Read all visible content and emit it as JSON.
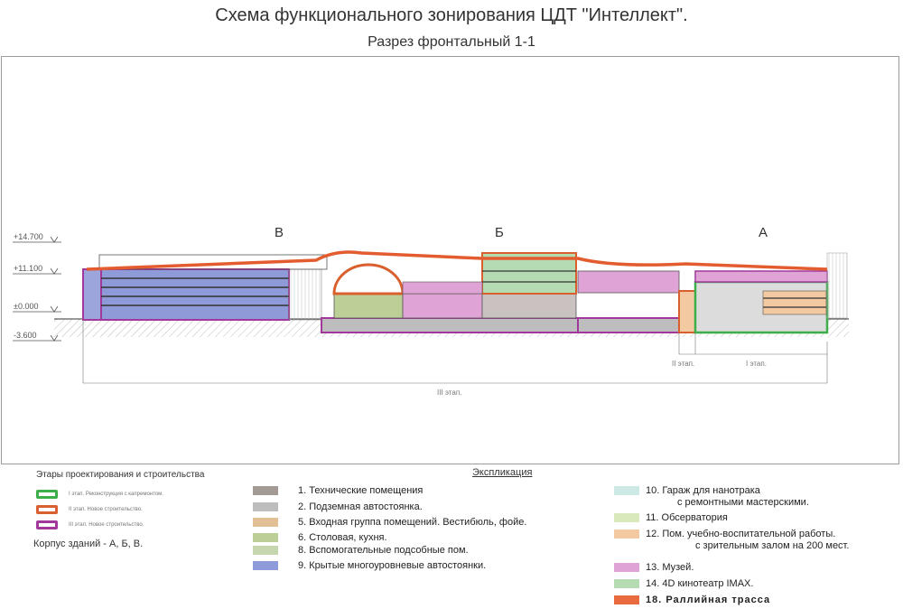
{
  "header": {
    "title": "Схема функционального зонирования ЦДТ \"Интеллект\".",
    "subtitle": "Разрез фронтальный 1-1"
  },
  "section": {
    "building_labels": [
      "В",
      "Б",
      "А"
    ],
    "levels": [
      "+14.700",
      "+11.100",
      "±0.000",
      "-3.600"
    ],
    "stage_labels": {
      "stage2": "II этап.",
      "stage1": "I этап.",
      "stage3": "III этап."
    }
  },
  "stages_legend": {
    "title": "Этары проектирования и строительства",
    "items": [
      {
        "color": "#3cae4a",
        "text": "I этап. Реконструкция с капремонтом."
      },
      {
        "color": "#d9602e",
        "text": "II этап. Новое строительство."
      },
      {
        "color": "#a0399b",
        "text": "III этап. Новое строительство."
      }
    ],
    "korpus": "Корпус зданий - А, Б, В."
  },
  "explication": {
    "title": "Экспликация",
    "items_left": [
      {
        "color": "#a39a95",
        "label": "1. Технические помещения"
      },
      {
        "color": "#bdbdbd",
        "label": "2. Подземная автостоянка."
      },
      {
        "color": "#e3bf96",
        "label": "5. Входная группа помещений. Вестибюль, фойе."
      },
      {
        "color": "#bccf96",
        "label": "6. Столовая, кухня."
      },
      {
        "color": "#c6d7b0",
        "label": "8. Вспомогательные подсобные пом."
      },
      {
        "color": "#8f9ad8",
        "label": "9. Крытые многоуровневые автостоянки."
      }
    ],
    "items_right": [
      {
        "color": "#cce9e6",
        "label": "10. Гараж для нанотрака",
        "label2": "с ремонтными мастерскими."
      },
      {
        "color": "#d9e9bc",
        "label": "11. Обсерватория"
      },
      {
        "color": "#f2c9a0",
        "label": "12. Пом. учебно-воспитательной работы.",
        "label2": "с зрительным залом на 200 мест."
      },
      {
        "color": "#dfa3d5",
        "label": "13. Музей."
      },
      {
        "color": "#b5dbb2",
        "label": "14. 4D  кинотеатр  IMAX."
      },
      {
        "color": "#ea6a3f",
        "label": "18.  Раллийная трасса"
      }
    ]
  }
}
